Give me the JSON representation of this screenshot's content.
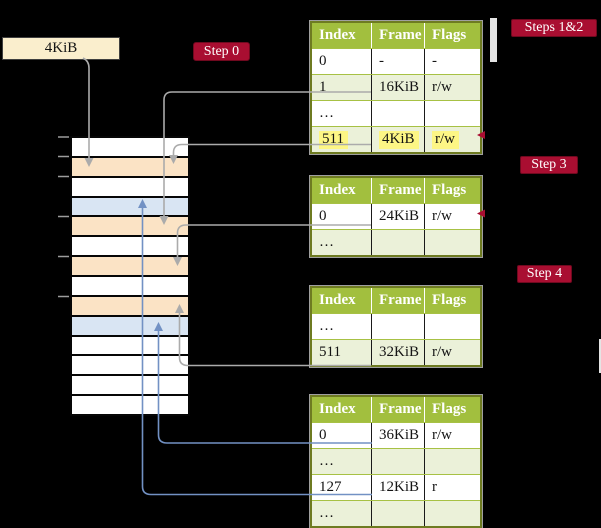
{
  "colors": {
    "background": "#000000",
    "badge_crimson": "#a90e31",
    "table_header_green": "#a2bf3e",
    "table_row_green": "#ebf1d9",
    "table_border_olive": "#6e7b21",
    "highlight_yellow": "#fdf685",
    "pagetable_frame_peach": "#fbe3c5",
    "data_frame_blue": "#d9e5f3",
    "frame_box_cream": "#faeecd",
    "arrow_gray": "#ababab",
    "arrow_blue": "#7291c4"
  },
  "frame_box": {
    "label": "4KiB"
  },
  "badges": [
    {
      "id": "step0",
      "text": "Step 0"
    },
    {
      "id": "steps12",
      "text": "Steps 1&2"
    },
    {
      "id": "step3",
      "text": "Step 3"
    },
    {
      "id": "step4",
      "text": "Step 4"
    }
  ],
  "memory_strip": {
    "row_kinds": [
      "free",
      "pagetable",
      "free",
      "data",
      "pagetable",
      "free",
      "pagetable",
      "free",
      "pagetable",
      "data",
      "free",
      "free",
      "free",
      "free"
    ]
  },
  "page_tables": [
    {
      "id": "page-table-steps-1-2",
      "columns": [
        "Index",
        "Frame",
        "Flags"
      ],
      "rows": [
        {
          "cells": [
            "0",
            "-",
            "-"
          ],
          "shaded": false,
          "highlighted": false
        },
        {
          "cells": [
            "1",
            "16KiB",
            "r/w"
          ],
          "shaded": true,
          "highlighted": false
        },
        {
          "cells": [
            "…",
            "",
            ""
          ],
          "shaded": false,
          "highlighted": false
        },
        {
          "cells": [
            "511",
            "4KiB",
            "r/w"
          ],
          "shaded": true,
          "highlighted": true
        }
      ]
    },
    {
      "id": "page-table-step-3",
      "columns": [
        "Index",
        "Frame",
        "Flags"
      ],
      "rows": [
        {
          "cells": [
            "0",
            "24KiB",
            "r/w"
          ],
          "shaded": false,
          "highlighted": false
        },
        {
          "cells": [
            "…",
            "",
            ""
          ],
          "shaded": true,
          "highlighted": false
        }
      ]
    },
    {
      "id": "page-table-step-4",
      "columns": [
        "Index",
        "Frame",
        "Flags"
      ],
      "rows": [
        {
          "cells": [
            "…",
            "",
            ""
          ],
          "shaded": false,
          "highlighted": false
        },
        {
          "cells": [
            "511",
            "32KiB",
            "r/w"
          ],
          "shaded": true,
          "highlighted": false
        }
      ]
    },
    {
      "id": "page-table-final",
      "columns": [
        "Index",
        "Frame",
        "Flags"
      ],
      "rows": [
        {
          "cells": [
            "0",
            "36KiB",
            "r/w"
          ],
          "shaded": false,
          "highlighted": false
        },
        {
          "cells": [
            "…",
            "",
            ""
          ],
          "shaded": true,
          "highlighted": false
        },
        {
          "cells": [
            "127",
            "12KiB",
            "r"
          ],
          "shaded": false,
          "highlighted": false
        },
        {
          "cells": [
            "…",
            "",
            ""
          ],
          "shaded": true,
          "highlighted": false
        }
      ]
    }
  ]
}
